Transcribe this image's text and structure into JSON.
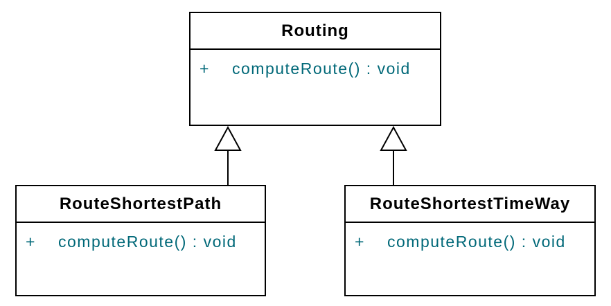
{
  "diagram": {
    "kind": "uml-class-diagram",
    "colors": {
      "background": "#ffffff",
      "box_fill": "#ffffff",
      "border": "#000000",
      "class_name_text": "#000000",
      "member_text": "#006878"
    },
    "classes": [
      {
        "name": "Routing",
        "methods": [
          {
            "visibility": "+",
            "signature": "computeRoute() : void"
          }
        ]
      },
      {
        "name": "RouteShortestPath",
        "methods": [
          {
            "visibility": "+",
            "signature": "computeRoute() : void"
          }
        ]
      },
      {
        "name": "RouteShortestTimeWay",
        "methods": [
          {
            "visibility": "+",
            "signature": "computeRoute() : void"
          }
        ]
      }
    ],
    "relations": [
      {
        "type": "generalization",
        "arrow": "hollow-triangle",
        "from": "RouteShortestPath",
        "to": "Routing"
      },
      {
        "type": "generalization",
        "arrow": "hollow-triangle",
        "from": "RouteShortestTimeWay",
        "to": "Routing"
      }
    ]
  }
}
